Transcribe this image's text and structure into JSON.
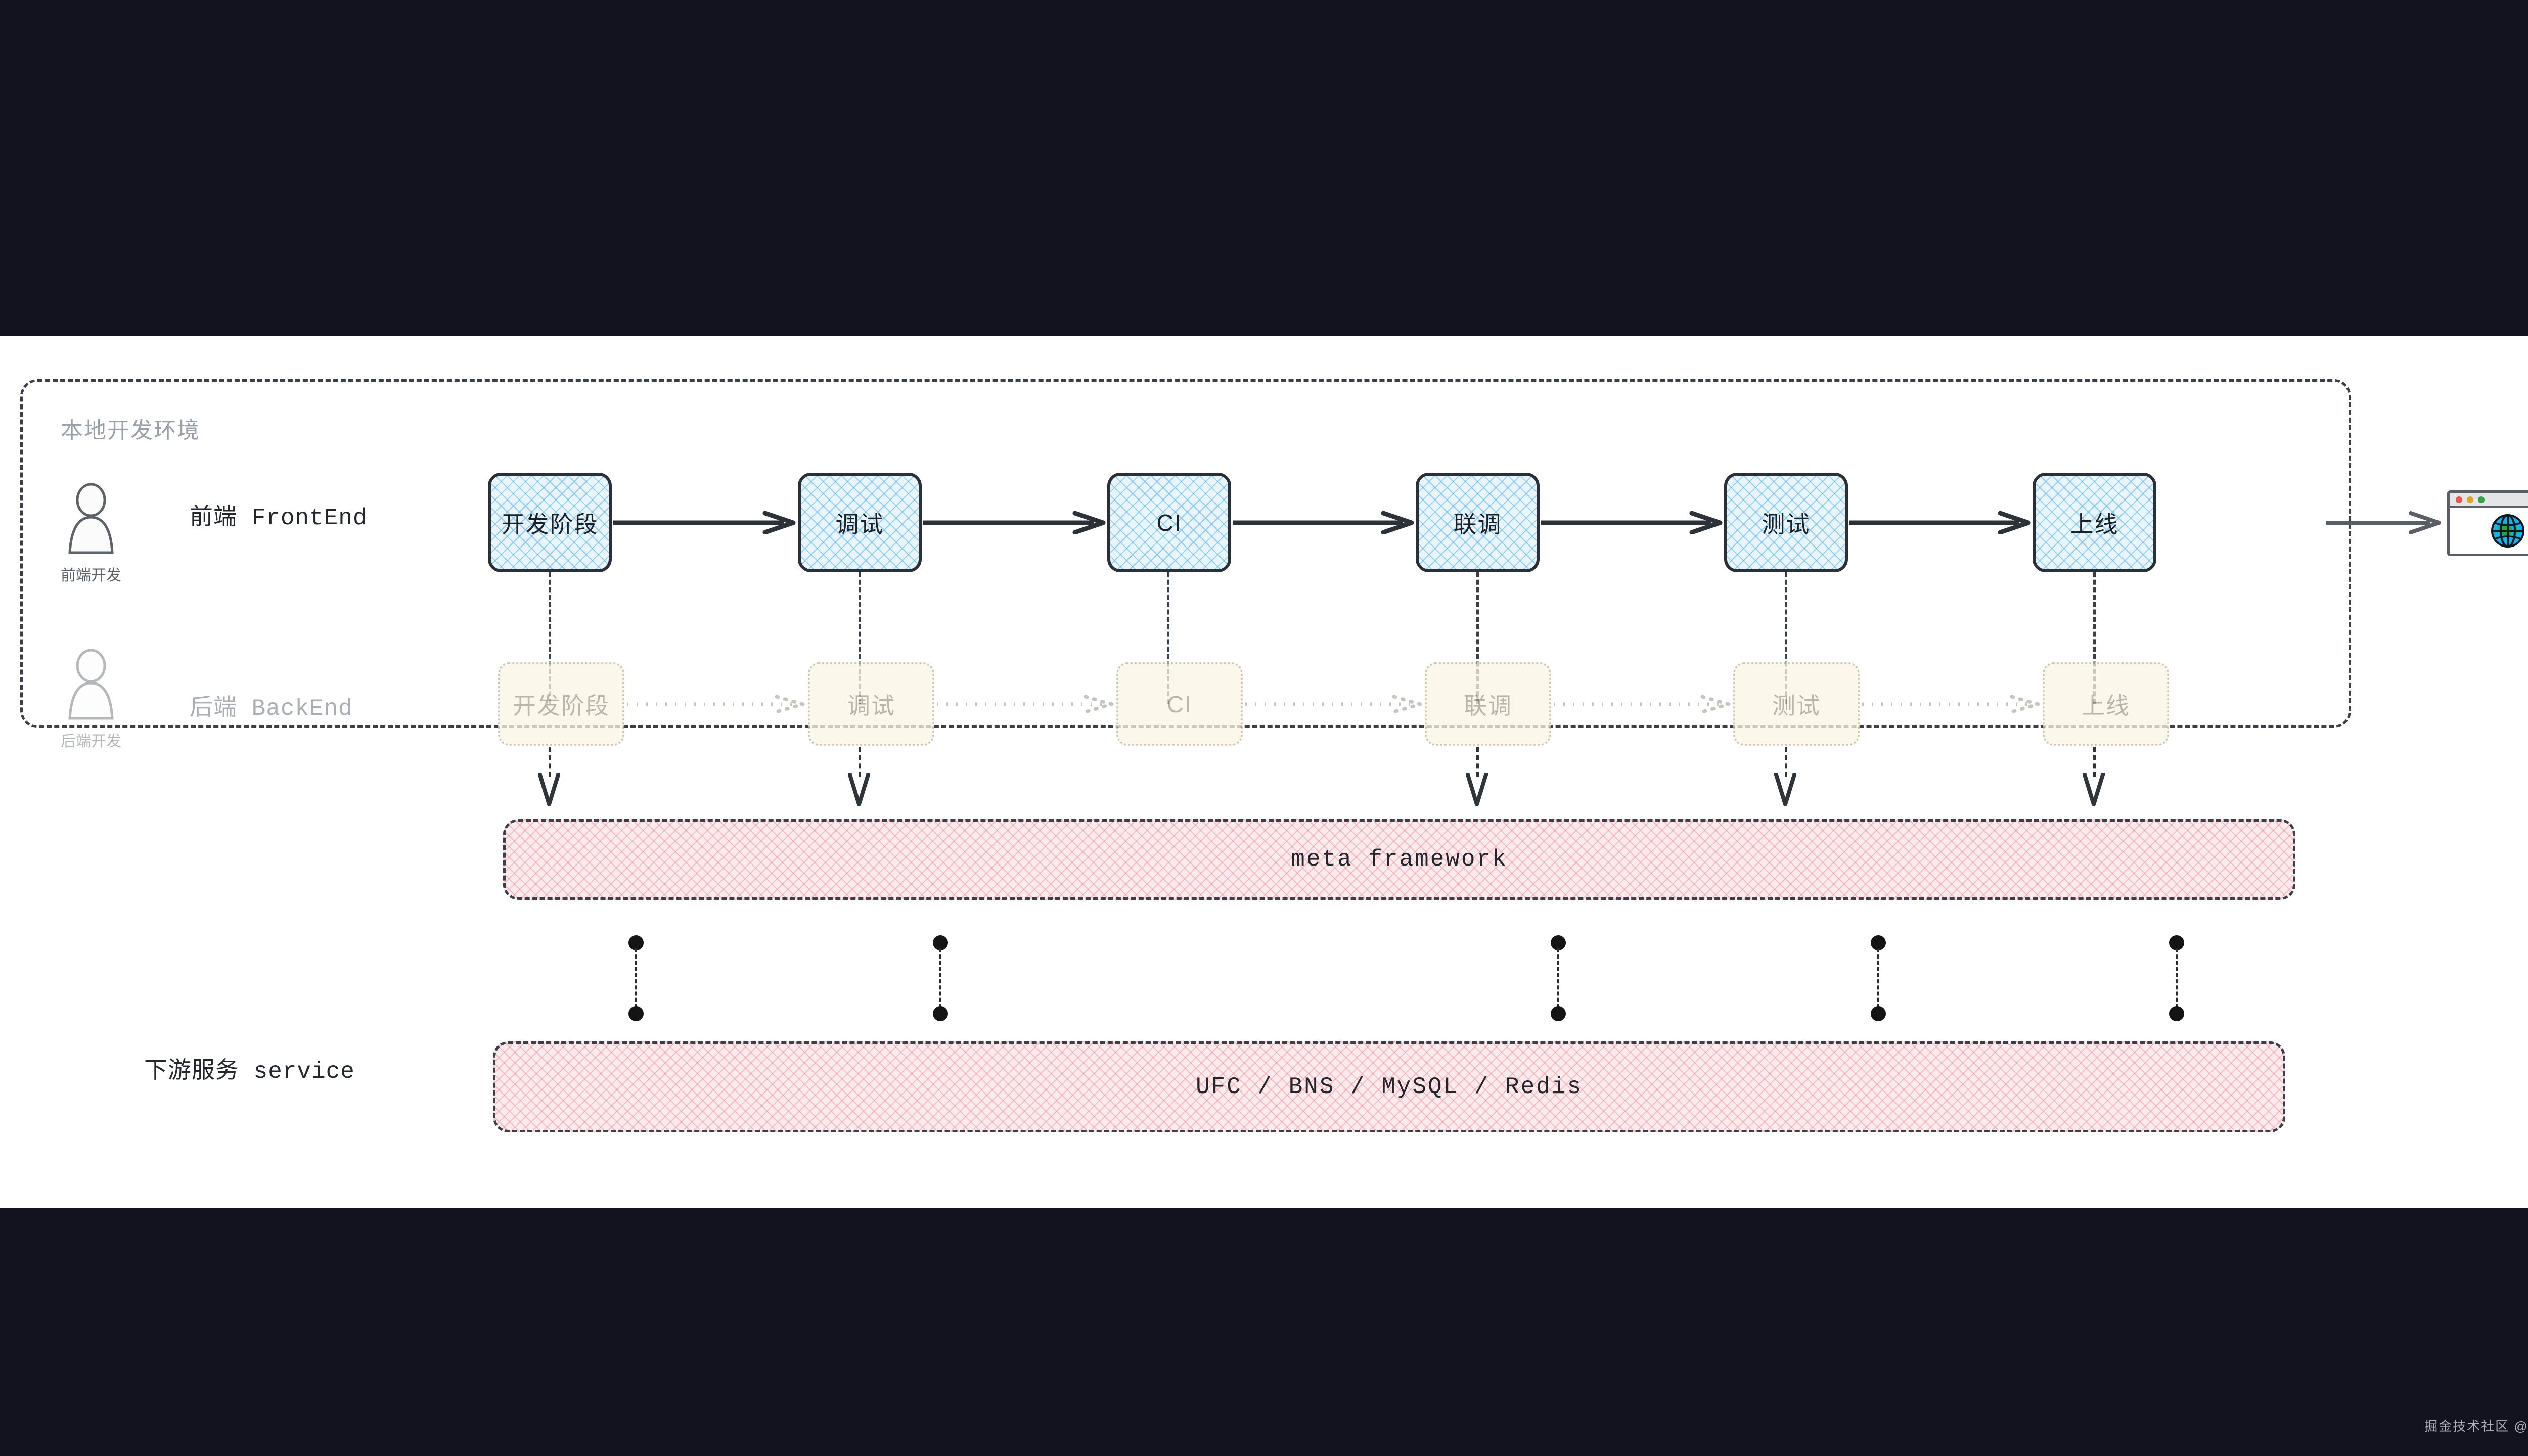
{
  "env": {
    "title": "本地开发环境"
  },
  "roles": [
    {
      "icon": "person-icon",
      "caption": "前端开发",
      "label": "前端 FrontEnd"
    },
    {
      "icon": "person-icon",
      "caption": "后端开发",
      "label": "后端 BackEnd"
    }
  ],
  "frontend_stages": [
    {
      "label": "开发阶段"
    },
    {
      "label": "调试"
    },
    {
      "label": "CI"
    },
    {
      "label": "联调"
    },
    {
      "label": "测试"
    },
    {
      "label": "上线"
    }
  ],
  "backend_stages": [
    {
      "label": "开发阶段"
    },
    {
      "label": "调试"
    },
    {
      "label": "CI"
    },
    {
      "label": "联调"
    },
    {
      "label": "测试"
    },
    {
      "label": "上线"
    }
  ],
  "meta_bar": {
    "label": "meta framework"
  },
  "service": {
    "row_label": "下游服务 service",
    "bar_label": "UFC / BNS / MySQL / Redis"
  },
  "browser": {
    "icon": "globe-icon",
    "traffic_lights": [
      "#e05a4e",
      "#e0a32e",
      "#36a348"
    ]
  },
  "watermark": {
    "text": "掘金技术社区 @ 张亚涛"
  },
  "colors": {
    "frontend_fill": "#e8f5fd",
    "frontend_hatch": "#50afeb",
    "backend_fill": "#faf5e4",
    "backend_border": "#b9b39a",
    "bar_fill": "#fdeaec",
    "bar_hatch": "#eb7887",
    "stroke": "#3b3f4a",
    "canvas": "#ffffff",
    "page_bg": "#12131f"
  }
}
